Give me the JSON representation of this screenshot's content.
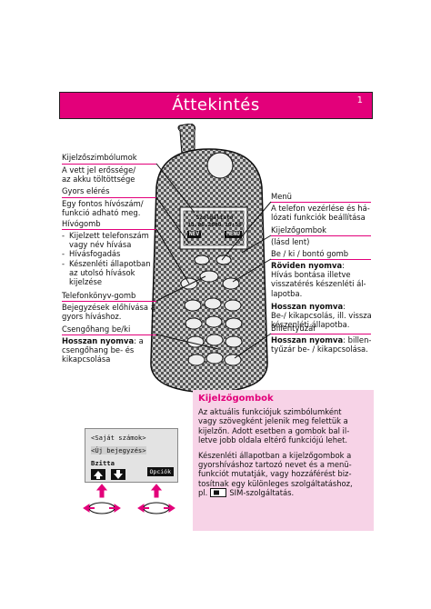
{
  "header": {
    "title": "Áttekintés",
    "page_number": "1"
  },
  "left_labels": [
    {
      "head": "Kijelzőszimbólumok",
      "text": [
        "A vett jel erőssége/",
        "az akku töltöttsége"
      ]
    },
    {
      "head": "Gyors elérés",
      "text": [
        "Egy fontos hívószám/",
        "funkció adható meg."
      ]
    },
    {
      "head": "Hívógomb",
      "bullets": [
        "Kijelzett telefonszám vagy név hívása",
        "Hívásfogadás",
        "Készenléti állapotban az utolsó hívások kijelzése"
      ]
    },
    {
      "head": "Telefonkönyv-gomb",
      "text": [
        "Bejegyzések előhívása a",
        "gyors híváshoz."
      ]
    },
    {
      "head": "Csengőhang be/ki",
      "bold": "Hosszan nyomva",
      "text": [
        ": a",
        "csengőhang be- és",
        "kikapcsolása"
      ]
    }
  ],
  "right_labels": {
    "menu": {
      "head": "Menü",
      "text": [
        "A telefon vezérlése és há-",
        "lózati funkciók beállítása"
      ]
    },
    "softkeys": {
      "head": "Kijelzőgombok",
      "text": [
        "(lásd lent)"
      ]
    },
    "onoff": {
      "head": "Be / ki / bontó gomb",
      "short_bold": "Röviden nyomva",
      "short_text": [
        ":",
        "Hívás bontása illetve",
        "visszatérés készenléti ál-",
        "lapotba."
      ],
      "long_bold": "Hosszan nyomva",
      "long_text": [
        ":",
        "Be-/ kikapcsolás, ill. vissza",
        "készenléti állapotba."
      ]
    },
    "keylock": {
      "head": "Billentyűzár",
      "long_bold": "Hosszan nyomva",
      "long_text": [
        ": billen-",
        "tyűzár be- / kikapcsolása."
      ]
    }
  },
  "phone_display": {
    "line1": "Szolgáltató",
    "line2": "18.06.2000 10:55",
    "left_soft": "NEV",
    "right_soft": "MENÜ"
  },
  "info_box": {
    "title": "Kijelzőgombok",
    "paragraph1": [
      "Az aktuális funkciójuk szimbólumként",
      "vagy szövegként jelenik meg felettük a",
      "kijelzőn. Adott esetben a gombok bal il-",
      "letve jobb oldala eltérő funkciójú lehet."
    ],
    "paragraph2": [
      "Készenléti állapotban a kijelzőgombok a",
      "gyorshíváshoz tartozó nevet és a menü-",
      "funkciót mutatják, vagy hozzáférést biz-",
      "tosítnak egy különleges szolgáltatáshoz,"
    ],
    "last_line_prefix": "pl.",
    "last_line_suffix": "SIM-szolgáltatás."
  },
  "screen_example": {
    "row1": "<Saját számok>",
    "row2": "<Új bejegyzés>",
    "left_label": "Bzitta",
    "right_label": "Opciók"
  },
  "colors": {
    "accent": "#e3007a",
    "box_bg": "#f7d3e7"
  }
}
